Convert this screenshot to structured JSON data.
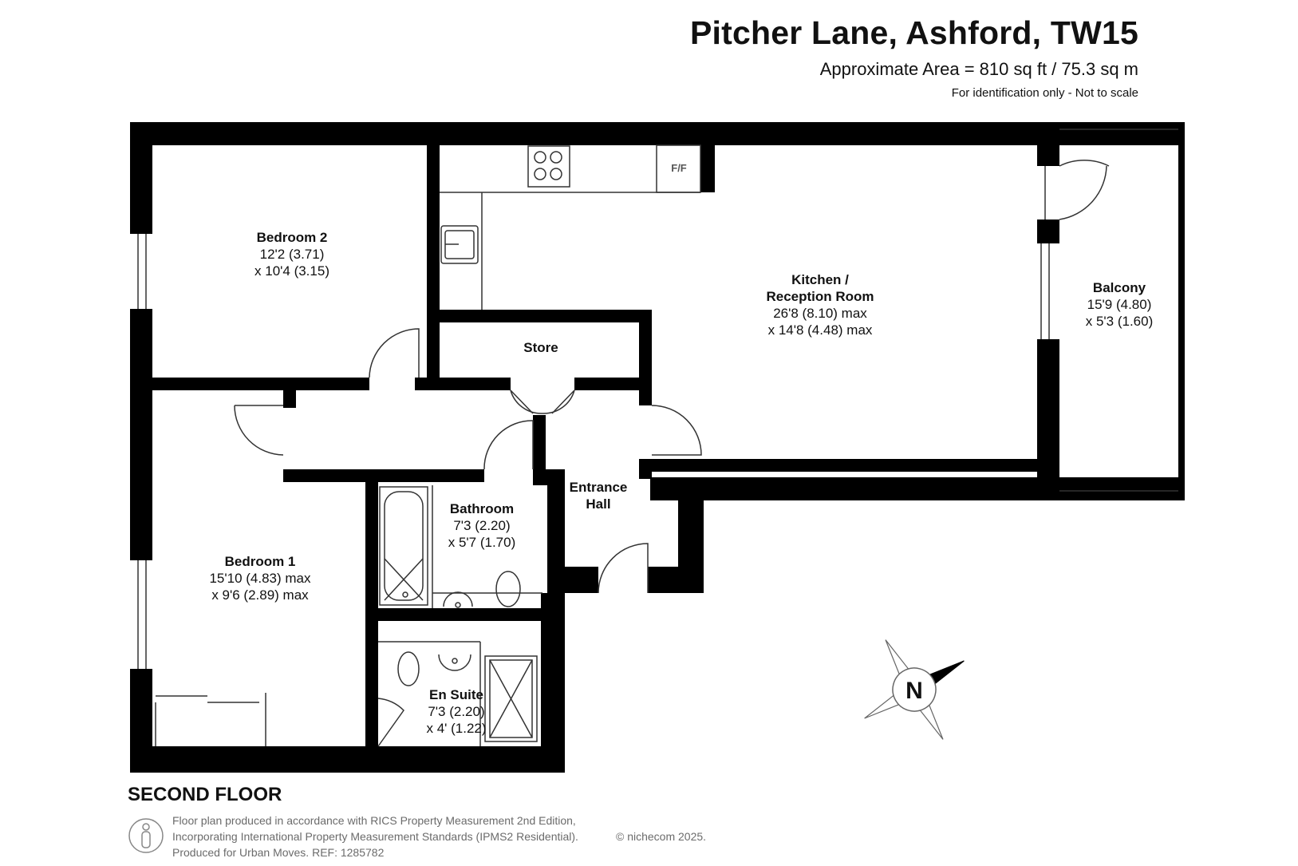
{
  "header": {
    "title": "Pitcher Lane, Ashford, TW15",
    "area": "Approximate Area = 810 sq ft / 75.3 sq m",
    "note": "For identification only - Not to scale"
  },
  "rooms": {
    "bedroom2": {
      "name": "Bedroom 2",
      "dim1": "12'2 (3.71)",
      "dim2": "x 10'4 (3.15)"
    },
    "kitchen": {
      "name1": "Kitchen /",
      "name2": "Reception Room",
      "dim1": "26'8 (8.10) max",
      "dim2": "x 14'8 (4.48) max"
    },
    "balcony": {
      "name": "Balcony",
      "dim1": "15'9 (4.80)",
      "dim2": "x 5'3 (1.60)"
    },
    "store": {
      "name": "Store"
    },
    "entrance": {
      "name1": "Entrance",
      "name2": "Hall"
    },
    "bathroom": {
      "name": "Bathroom",
      "dim1": "7'3 (2.20)",
      "dim2": "x 5'7 (1.70)"
    },
    "bedroom1": {
      "name": "Bedroom 1",
      "dim1": "15'10 (4.83) max",
      "dim2": "x 9'6 (2.89) max"
    },
    "ensuite": {
      "name": "En Suite",
      "dim1": "7'3 (2.20)",
      "dim2": "x 4' (1.22)"
    }
  },
  "fixtures": {
    "fridge_label": "F/F"
  },
  "compass": {
    "letter": "N"
  },
  "floor_label": "SECOND FLOOR",
  "footer": {
    "line1": "Floor plan produced in accordance with RICS Property Measurement 2nd Edition,",
    "line2": "Incorporating International Property Measurement Standards (IPMS2 Residential).",
    "line3": "Produced for Urban Moves.   REF:  1285782",
    "copyright": "© nichecom 2025."
  },
  "colors": {
    "wall": "#000000",
    "text": "#111111",
    "footer_text": "#6b6b6b",
    "fixture": "#555555"
  }
}
